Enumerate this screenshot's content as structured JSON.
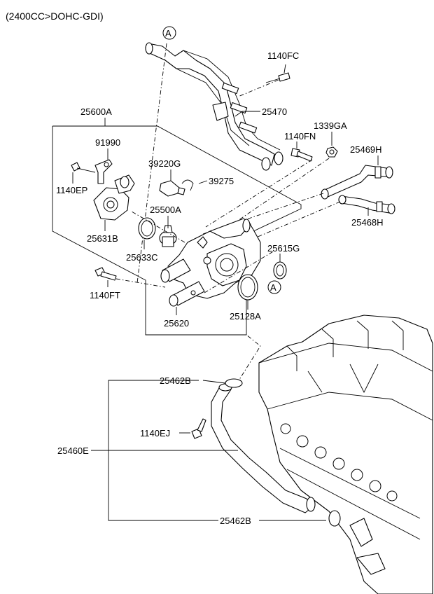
{
  "header": {
    "engine_spec": "(2400CC>DOHC-GDI)"
  },
  "labels": {
    "p1140FC": "1140FC",
    "p25470": "25470",
    "p25600A": "25600A",
    "p1339GA": "1339GA",
    "p1140FN": "1140FN",
    "p25469H": "25469H",
    "p91990": "91990",
    "p39220G": "39220G",
    "p39275": "39275",
    "p1140EP": "1140EP",
    "p25500A": "25500A",
    "p25468H": "25468H",
    "p25631B": "25631B",
    "p25615G": "25615G",
    "p25633C": "25633C",
    "p1140FT": "1140FT",
    "p25128A": "25128A",
    "p25620": "25620",
    "p25462B_top": "25462B",
    "p1140EJ": "1140EJ",
    "p25460E": "25460E",
    "p25462B_bottom": "25462B"
  },
  "markers": {
    "ref_a_top": "A",
    "ref_a_bottom": "A"
  }
}
